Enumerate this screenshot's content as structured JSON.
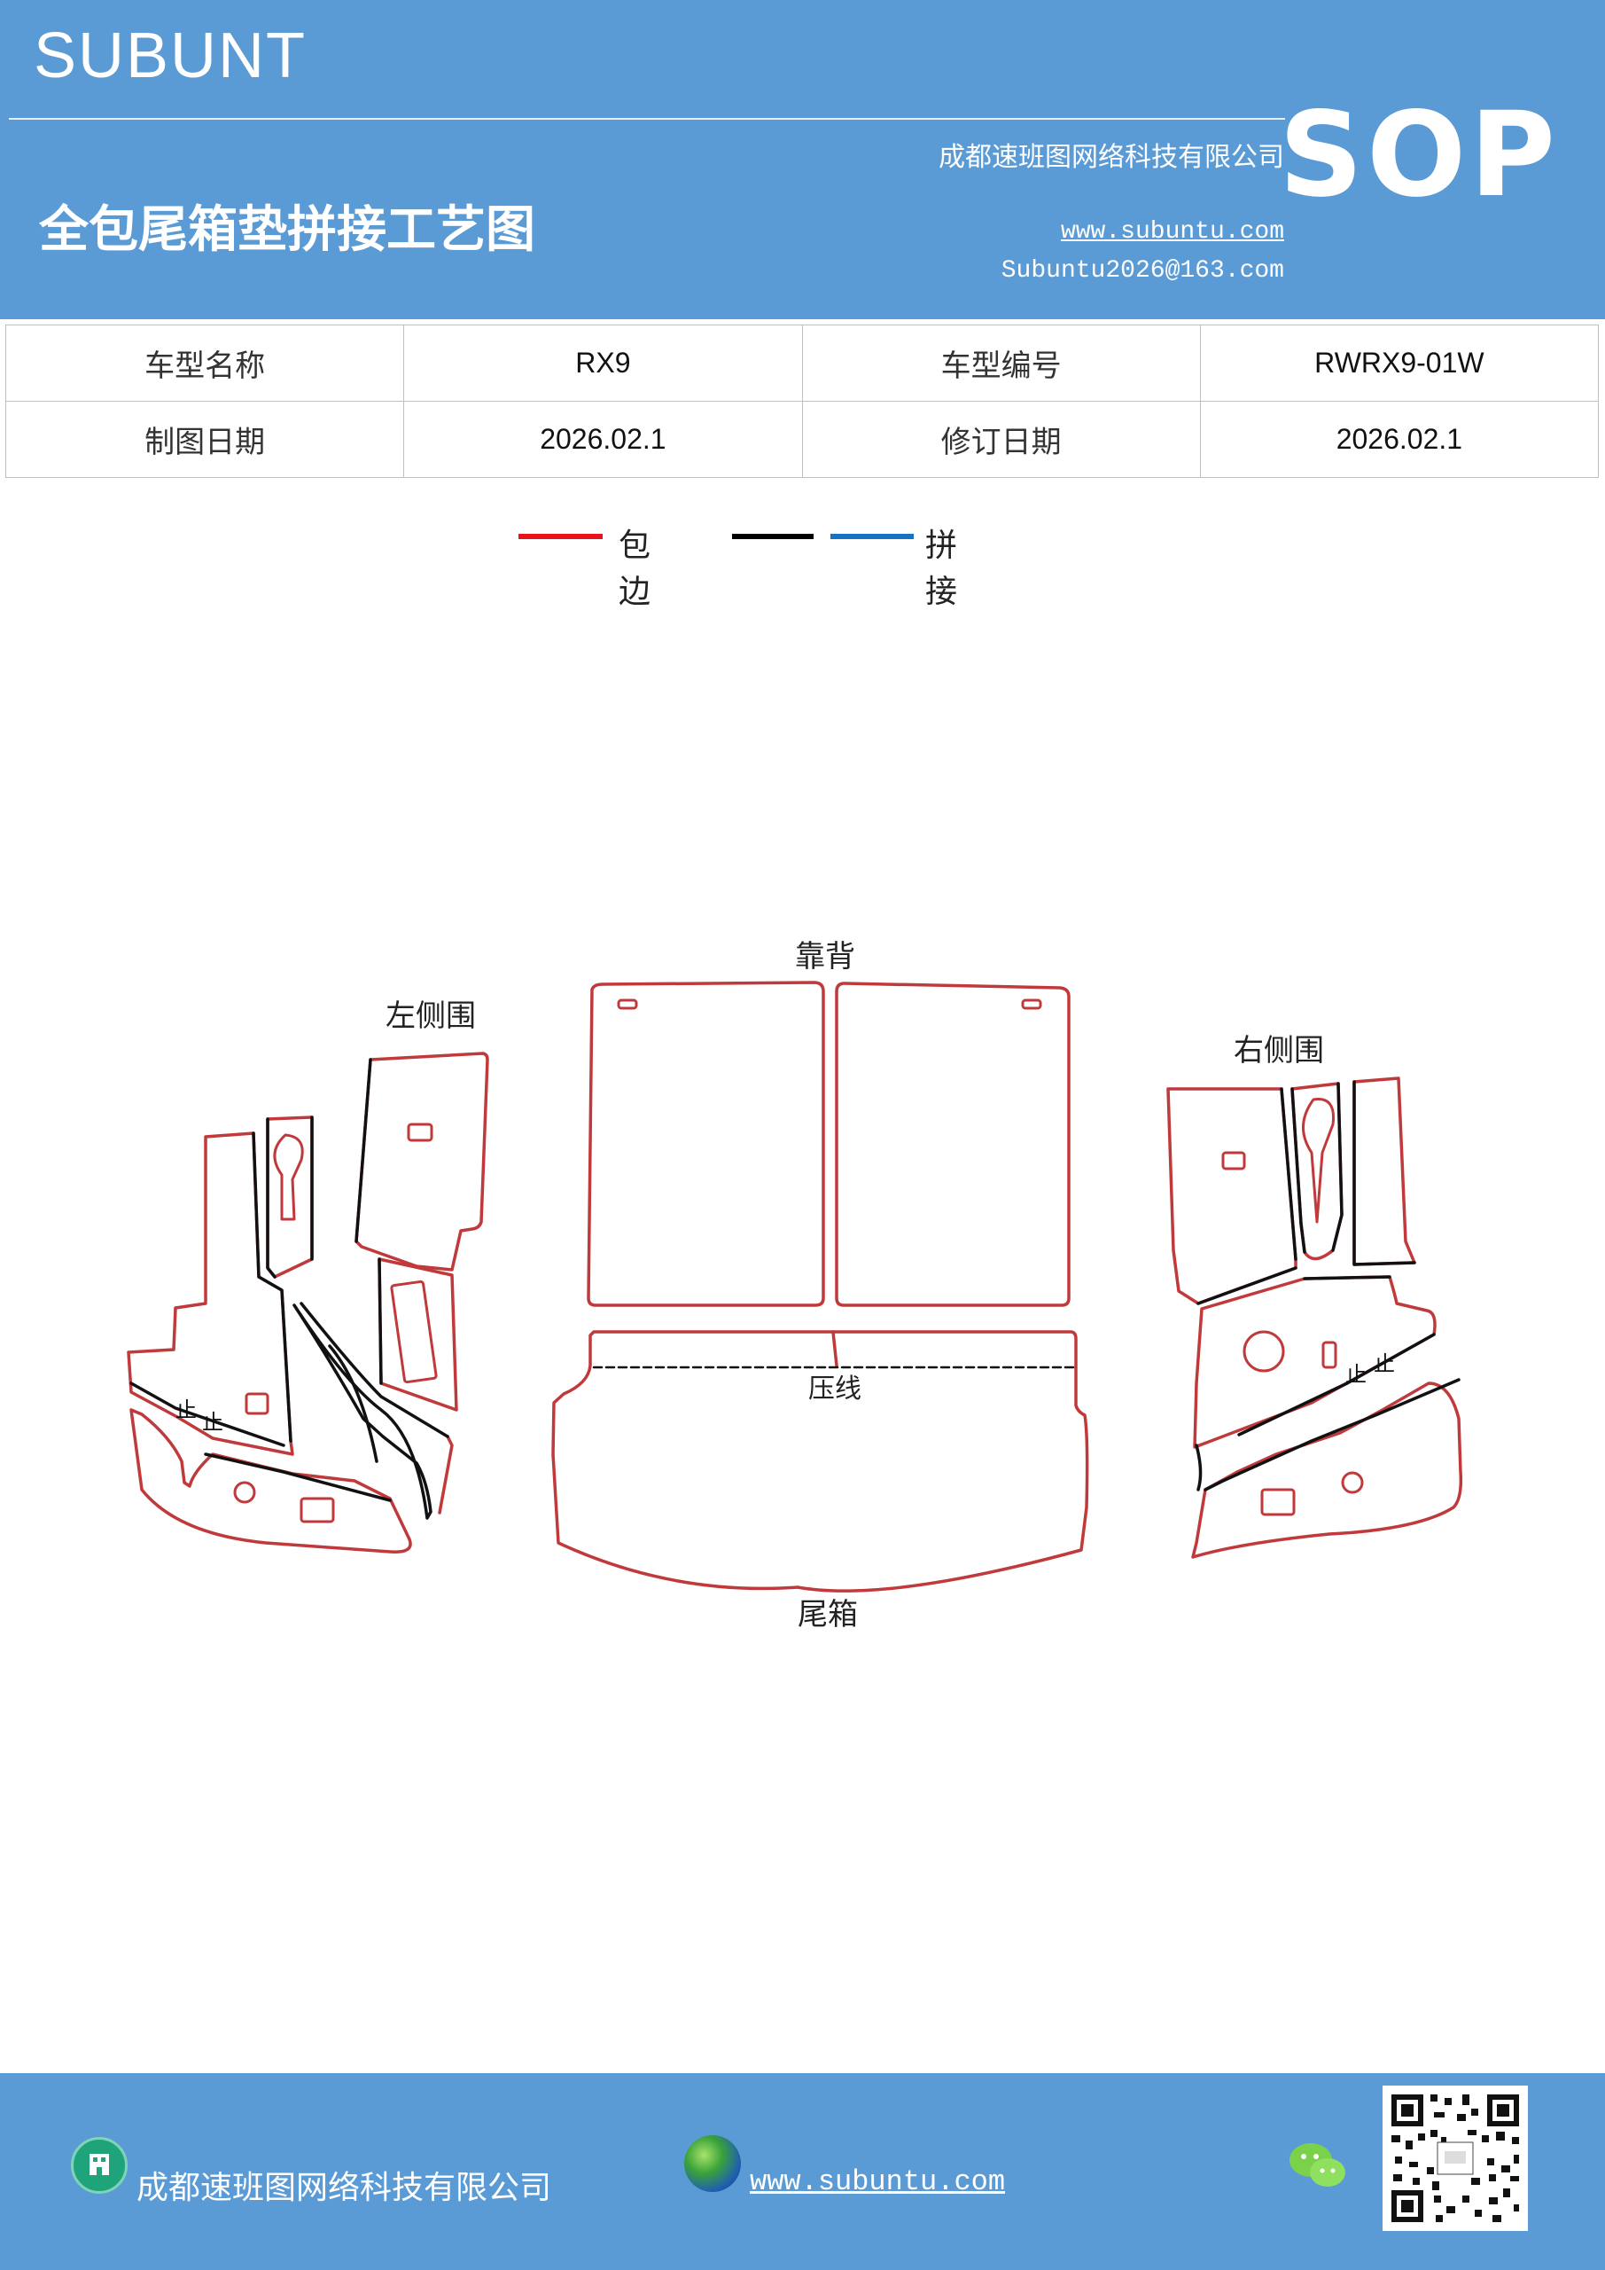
{
  "header": {
    "brand": "SUBUNT",
    "company": "成都速班图网络科技有限公司",
    "title": "全包尾箱垫拼接工艺图",
    "website": "www.subuntu.com",
    "email": "Subuntu2026@163.com",
    "badge": "SOP"
  },
  "info": {
    "model_name_label": "车型名称",
    "model_name": "RX9",
    "model_code_label": "车型编号",
    "model_code": "RWRX9-01W",
    "draw_date_label": "制图日期",
    "draw_date": "2026.02.1",
    "revise_date_label": "修订日期",
    "revise_date": "2026.02.1"
  },
  "legend": {
    "edge_label": "包边",
    "splice_label": "拼接",
    "colors": {
      "edge": "#e8141b",
      "black": "#000000",
      "splice": "#1872c4"
    }
  },
  "diagram": {
    "left_label": "左侧围",
    "back_label": "靠背",
    "right_label": "右侧围",
    "crease_label": "压线",
    "trunk_label": "尾箱",
    "stop_mark": "止",
    "piece_colors": {
      "outline": "#c0393b",
      "seam": "#111111"
    }
  },
  "footer": {
    "company": "成都速班图网络科技有限公司",
    "website": "www.subuntu.com",
    "icons": [
      "building-icon",
      "globe-icon",
      "wechat-icon",
      "qr-code"
    ]
  }
}
